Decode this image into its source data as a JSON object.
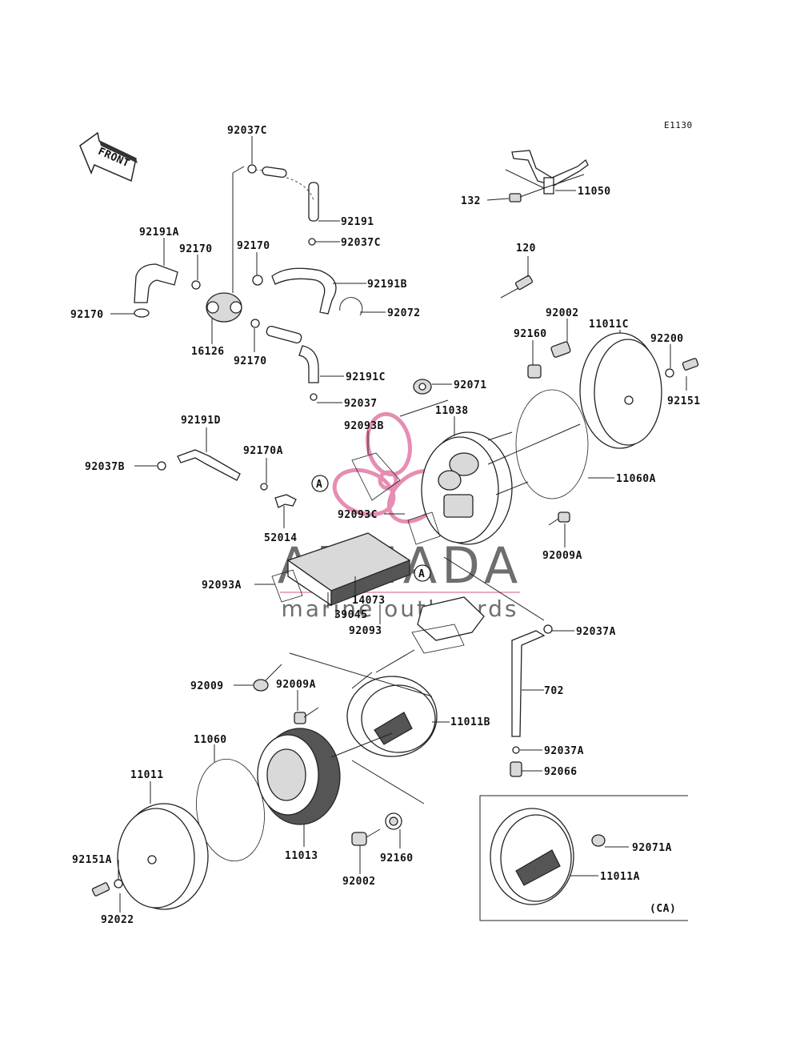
{
  "diagram_code": "E1130",
  "front_arrow_label": "FRONT",
  "ca_label": "(CA)",
  "circle_ref": "A",
  "watermark": {
    "title": "ARMADA",
    "subtitle": "marine outboards",
    "logo_color": "#e27aa6",
    "text_color": "#555555"
  },
  "parts": [
    "92037C",
    "92191",
    "92037C",
    "92191A",
    "92170",
    "92170",
    "92191B",
    "92170",
    "92072",
    "16126",
    "92170",
    "92191C",
    "92037",
    "132",
    "11050",
    "120",
    "92002",
    "92160",
    "11011C",
    "92200",
    "92151",
    "92071",
    "11038",
    "92093B",
    "11060A",
    "92191D",
    "92170A",
    "92037B",
    "52014",
    "92093C",
    "92009A",
    "92093A",
    "14073",
    "39045",
    "92093",
    "92037A",
    "702",
    "92009",
    "92009A",
    "11011B",
    "92037A",
    "92066",
    "11060",
    "11011",
    "11013",
    "92160",
    "92151A",
    "92002",
    "92022",
    "92071A",
    "11011A"
  ]
}
